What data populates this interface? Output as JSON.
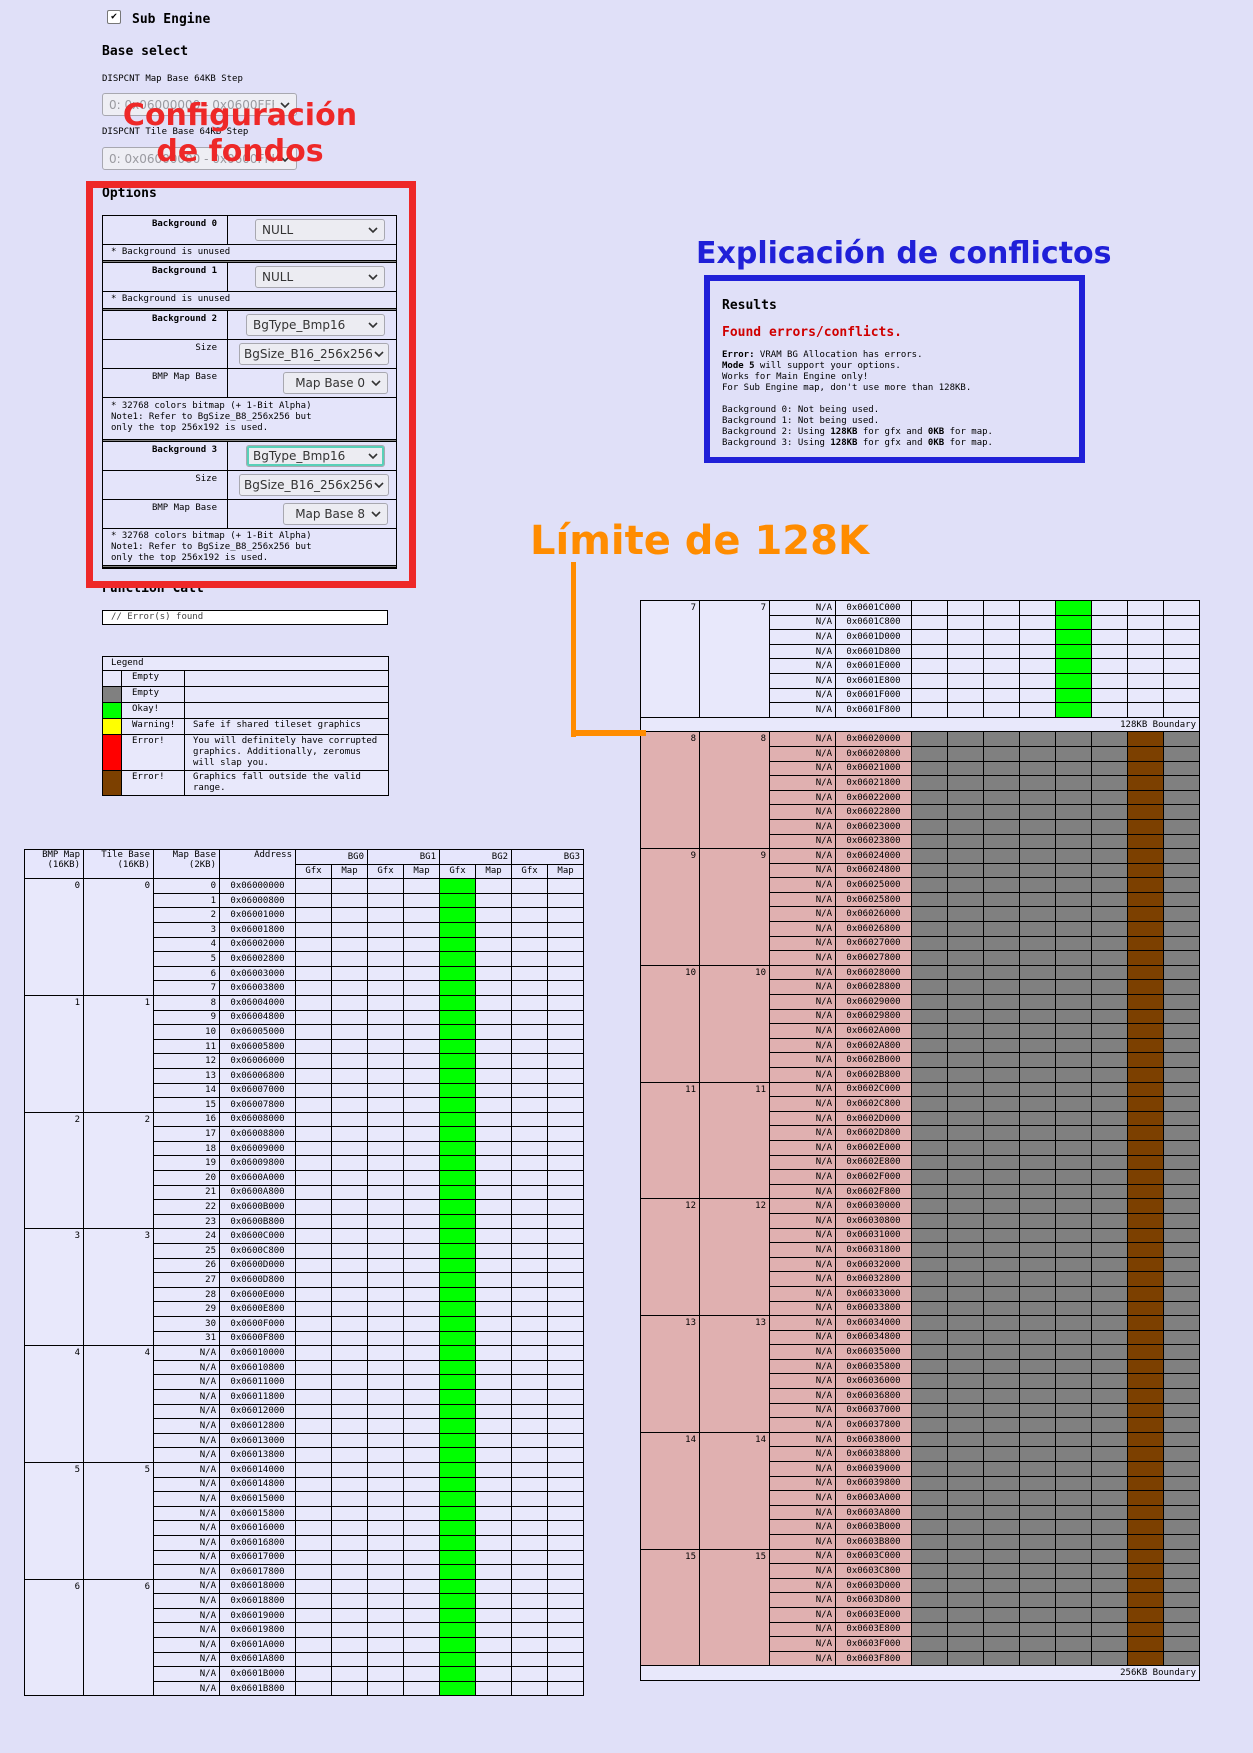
{
  "header": {
    "sub_engine_label": "Sub Engine",
    "sub_engine_checked": true
  },
  "base_select": {
    "title": "Base select",
    "map_base_label": "DISPCNT Map Base 64KB Step",
    "map_base_value": "0: 0x06000000 - 0x0600FFFF",
    "tile_base_label": "DISPCNT Tile Base 64KB Step",
    "tile_base_value": "0: 0x06000000 - 0x0600FFFF"
  },
  "options": {
    "title": "Options",
    "bg0": {
      "label": "Background 0",
      "type": "NULL",
      "note": "* Background is unused"
    },
    "bg1": {
      "label": "Background 1",
      "type": "NULL",
      "note": "* Background is unused"
    },
    "bg2": {
      "label": "Background 2",
      "type": "BgType_Bmp16",
      "size_label": "Size",
      "size": "BgSize_B16_256x256",
      "map_label": "BMP Map Base",
      "map": "Map Base 0",
      "note": "* 32768 colors bitmap (+ 1-Bit Alpha)\nNote1: Refer to BgSize_B8_256x256 but\nonly the top 256x192 is used."
    },
    "bg3": {
      "label": "Background 3",
      "type": "BgType_Bmp16",
      "size_label": "Size",
      "size": "BgSize_B16_256x256",
      "map_label": "BMP Map Base",
      "map": "Map Base 8",
      "note": "* 32768 colors bitmap (+ 1-Bit Alpha)\nNote1: Refer to BgSize_B8_256x256 but\nonly the top 256x192 is used."
    }
  },
  "function_call": {
    "title": "Function Call",
    "value": "// Error(s) found"
  },
  "legend": {
    "title": "Legend",
    "items": [
      {
        "color": "#e8e8fb",
        "label": "Empty",
        "desc": ""
      },
      {
        "color": "#808080",
        "label": "Empty",
        "desc": ""
      },
      {
        "color": "#00ff00",
        "label": "Okay!",
        "desc": ""
      },
      {
        "color": "#ffff00",
        "label": "Warning!",
        "desc": "Safe if shared tileset graphics"
      },
      {
        "color": "#ff0000",
        "label": "Error!",
        "desc": "You will definitely have corrupted graphics. Additionally, zeromus will slap you."
      },
      {
        "color": "#7c4000",
        "label": "Error!",
        "desc": "Graphics fall outside the valid range."
      }
    ]
  },
  "results": {
    "title": "Results",
    "status": "Found errors/conflicts.",
    "error_prefix": "Error:",
    "error_text": " VRAM BG Allocation has errors.",
    "mode_prefix": "Mode 5",
    "mode_text": " will support your options.",
    "line3": "Works for Main Engine only!",
    "line4": "For Sub Engine map, don't use more than 128KB.",
    "bg0": "Background 0: Not being used.",
    "bg1": "Background 1: Not being used.",
    "bg2_a": "Background 2: Using ",
    "bg2_gfx": "128KB",
    "bg2_b": " for gfx and ",
    "bg2_map": "0KB",
    "bg2_c": " for map.",
    "bg3_a": "Background 3: Using ",
    "bg3_gfx": "128KB",
    "bg3_b": " for gfx and ",
    "bg3_map": "0KB",
    "bg3_c": " for map."
  },
  "annotations": {
    "config": "Configuración\nde fondos",
    "conflicts": "Explicación de conflictos",
    "limit": "Límite de 128K"
  },
  "vram_table": {
    "headers": {
      "bmp_map": "BMP Map\n(16KB)",
      "tile_base": "Tile Base\n(16KB)",
      "map_base": "Map Base\n(2KB)",
      "address": "Address",
      "bgs": [
        "BG0",
        "BG1",
        "BG2",
        "BG3"
      ],
      "gfx": "Gfx",
      "map": "Map"
    },
    "na": "N/A",
    "boundary_128": "128KB Boundary",
    "boundary_256": "256KB Boundary",
    "left_rows": [
      "0x06000000",
      "0x06000800",
      "0x06001000",
      "0x06001800",
      "0x06002000",
      "0x06002800",
      "0x06003000",
      "0x06003800",
      "0x06004000",
      "0x06004800",
      "0x06005000",
      "0x06005800",
      "0x06006000",
      "0x06006800",
      "0x06007000",
      "0x06007800",
      "0x06008000",
      "0x06008800",
      "0x06009000",
      "0x06009800",
      "0x0600A000",
      "0x0600A800",
      "0x0600B000",
      "0x0600B800",
      "0x0600C000",
      "0x0600C800",
      "0x0600D000",
      "0x0600D800",
      "0x0600E000",
      "0x0600E800",
      "0x0600F000",
      "0x0600F800",
      "0x06010000",
      "0x06010800",
      "0x06011000",
      "0x06011800",
      "0x06012000",
      "0x06012800",
      "0x06013000",
      "0x06013800",
      "0x06014000",
      "0x06014800",
      "0x06015000",
      "0x06015800",
      "0x06016000",
      "0x06016800",
      "0x06017000",
      "0x06017800",
      "0x06018000",
      "0x06018800",
      "0x06019000",
      "0x06019800",
      "0x0601A000",
      "0x0601A800",
      "0x0601B000",
      "0x0601B800"
    ],
    "right_block7": [
      "0x0601C000",
      "0x0601C800",
      "0x0601D000",
      "0x0601D800",
      "0x0601E000",
      "0x0601E800",
      "0x0601F000",
      "0x0601F800"
    ],
    "right_rows": [
      "0x06020000",
      "0x06020800",
      "0x06021000",
      "0x06021800",
      "0x06022000",
      "0x06022800",
      "0x06023000",
      "0x06023800",
      "0x06024000",
      "0x06024800",
      "0x06025000",
      "0x06025800",
      "0x06026000",
      "0x06026800",
      "0x06027000",
      "0x06027800",
      "0x06028000",
      "0x06028800",
      "0x06029000",
      "0x06029800",
      "0x0602A000",
      "0x0602A800",
      "0x0602B000",
      "0x0602B800",
      "0x0602C000",
      "0x0602C800",
      "0x0602D000",
      "0x0602D800",
      "0x0602E000",
      "0x0602E800",
      "0x0602F000",
      "0x0602F800",
      "0x06030000",
      "0x06030800",
      "0x06031000",
      "0x06031800",
      "0x06032000",
      "0x06032800",
      "0x06033000",
      "0x06033800",
      "0x06034000",
      "0x06034800",
      "0x06035000",
      "0x06035800",
      "0x06036000",
      "0x06036800",
      "0x06037000",
      "0x06037800",
      "0x06038000",
      "0x06038800",
      "0x06039000",
      "0x06039800",
      "0x0603A000",
      "0x0603A800",
      "0x0603B000",
      "0x0603B800",
      "0x0603C000",
      "0x0603C800",
      "0x0603D000",
      "0x0603D800",
      "0x0603E000",
      "0x0603E800",
      "0x0603F000",
      "0x0603F800"
    ]
  }
}
